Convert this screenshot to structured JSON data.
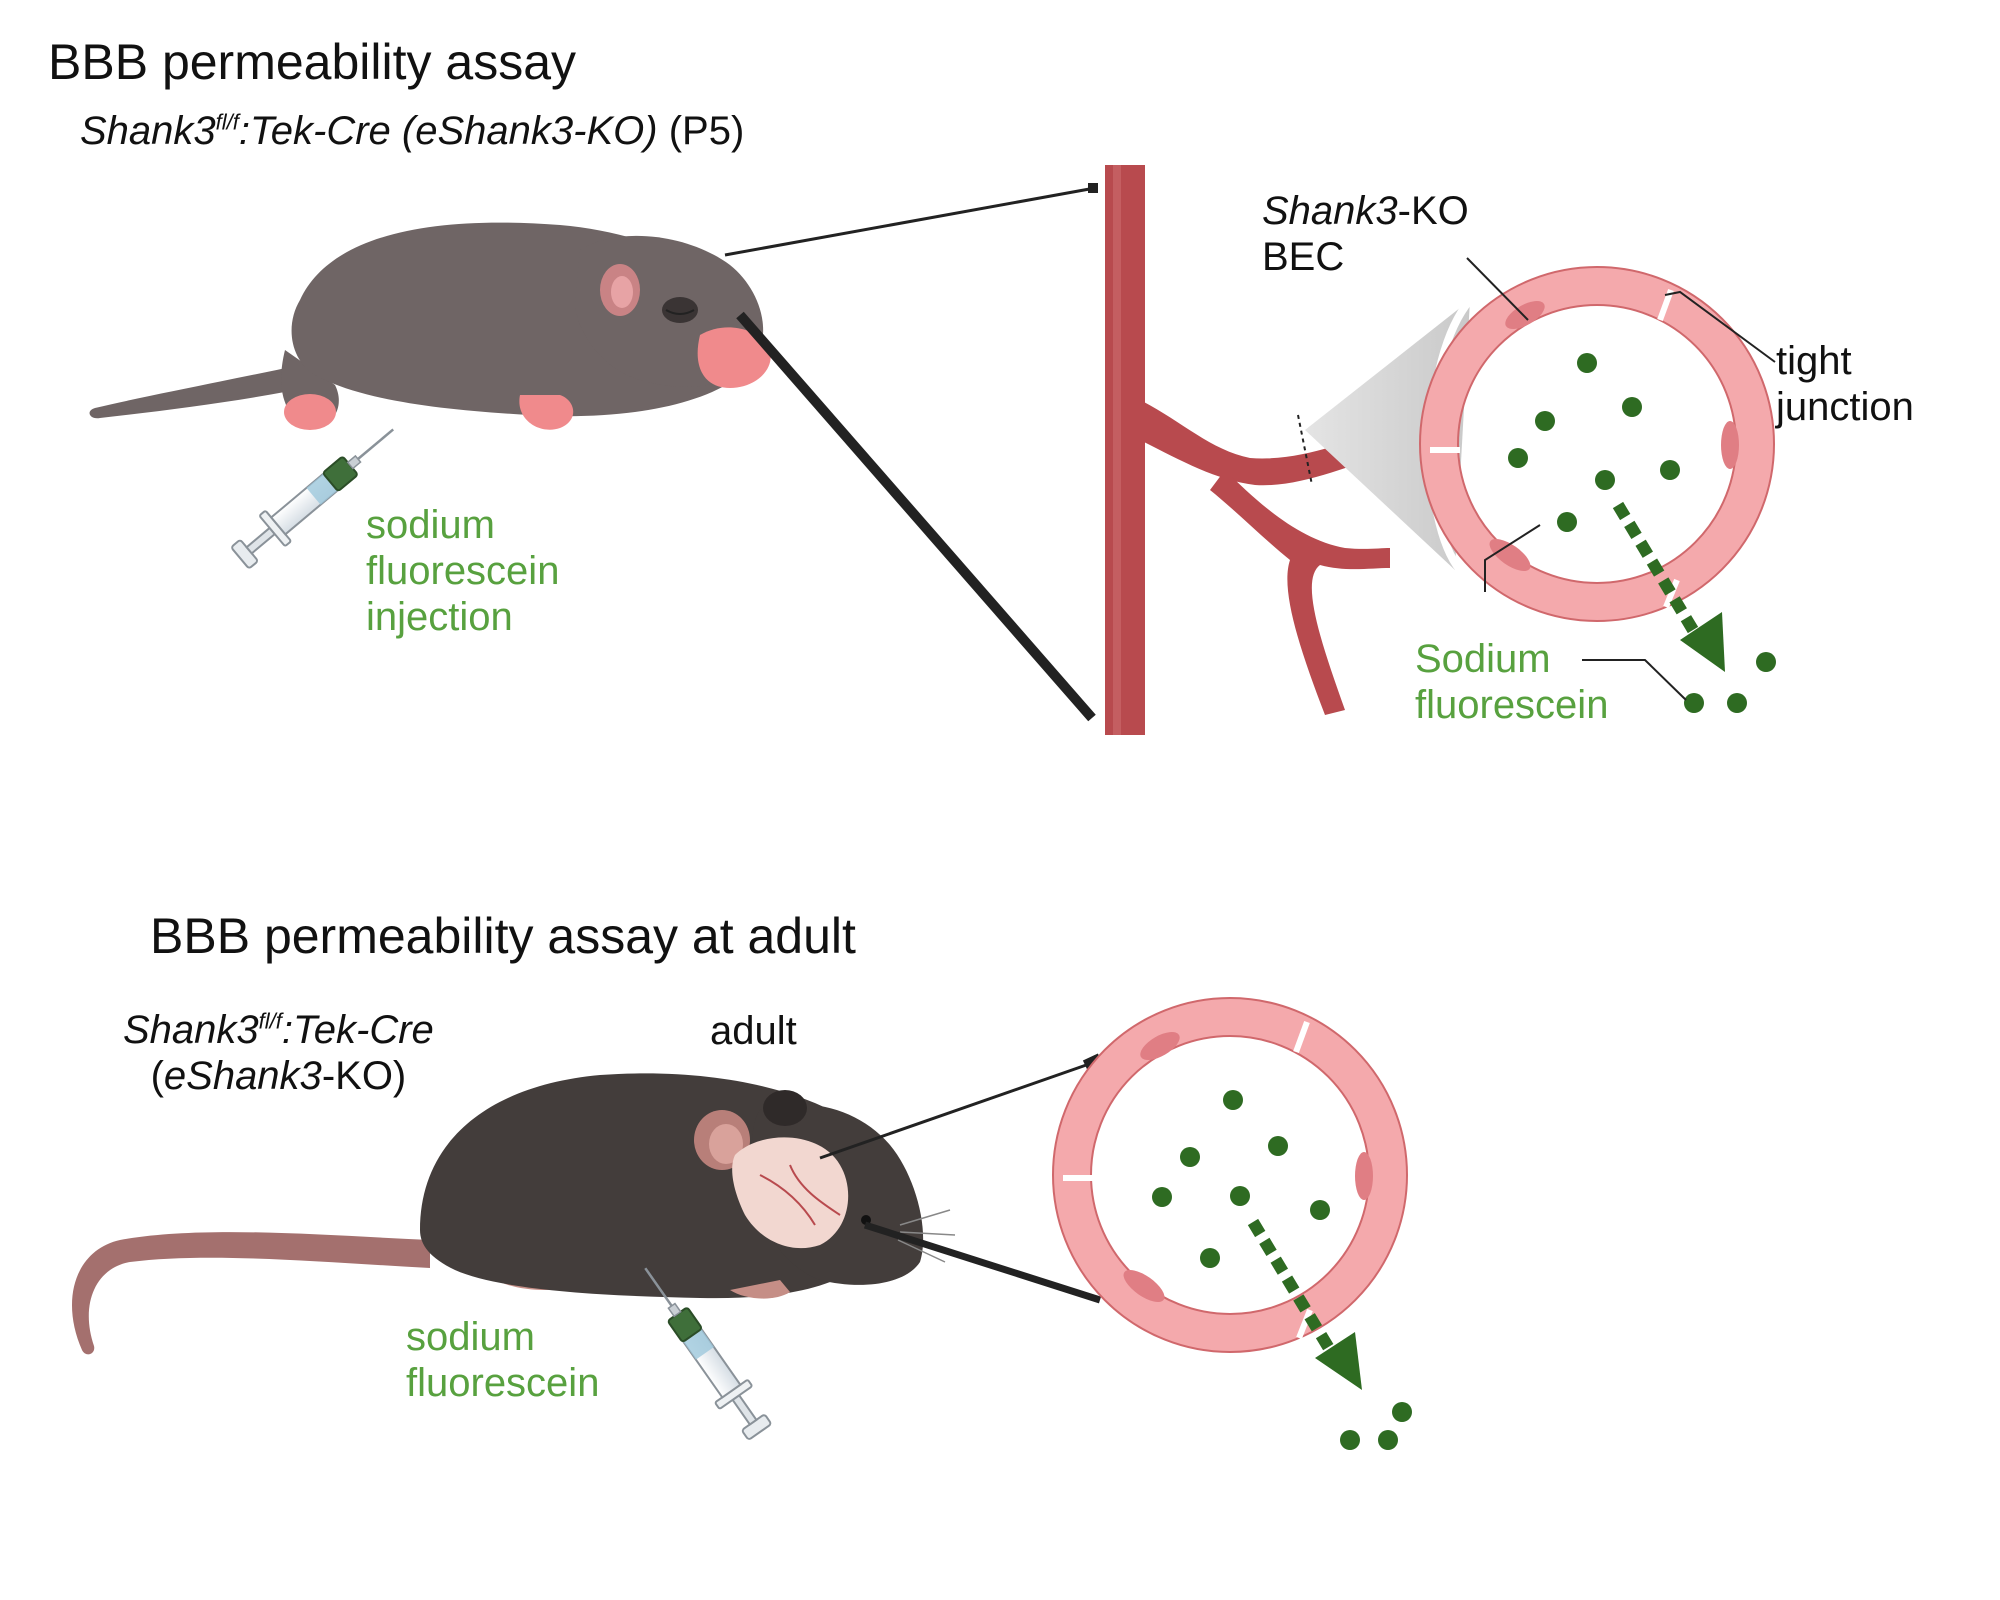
{
  "top": {
    "title": "BBB permeability assay",
    "genotype": {
      "gene": "Shank3",
      "sup": "fl/f",
      "rest": ":Tek-Cre (eShank3-KO)",
      "age": " (P5)"
    },
    "injection_label": [
      "sodium",
      "fluorescein",
      "injection"
    ],
    "bec_label": {
      "gene": "Shank3",
      "suffix": "-KO",
      "line2": "BEC"
    },
    "tight_junction_label": [
      "tight",
      "junction"
    ],
    "tracer_label": [
      "Sodium",
      "fluorescein"
    ]
  },
  "bottom": {
    "title": "BBB permeability assay at adult",
    "genotype": {
      "gene": "Shank3",
      "sup": "fl/f",
      "rest": ":Tek-Cre",
      "line2_open": "(",
      "line2_italic": "eShank3",
      "line2_rest": "-KO)"
    },
    "age": "adult",
    "injection_label": [
      "sodium",
      "fluorescein"
    ]
  },
  "colors": {
    "vessel": "#b84a4e",
    "endothelium": "#f4a9ac",
    "tracer": "#2e6b22",
    "label_green": "#58a13f",
    "pup_body": "#6f6565",
    "adult_body": "#433d3b"
  },
  "icons": [
    "neonatal-mouse-illustration",
    "adult-mouse-illustration",
    "syringe-icon",
    "blood-vessel-illustration",
    "vessel-cross-section-illustration"
  ]
}
